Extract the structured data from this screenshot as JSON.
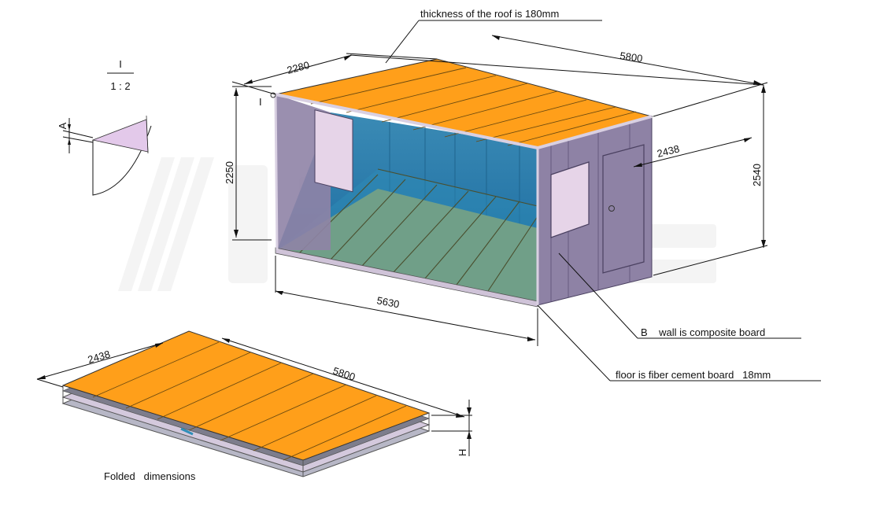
{
  "annotations": {
    "roof_thickness": "thickness of the roof is 180mm",
    "wall": "B    wall is composite board",
    "floor": "floor is fiber cement board   18mm",
    "folded": "Folded   dimensions"
  },
  "dimensions": {
    "top_width": "2280",
    "top_length": "5800",
    "left_height": "2250",
    "right_height": "2540",
    "end_width": "2438",
    "bottom_length": "5630",
    "folded_width": "2438",
    "folded_length": "5800",
    "folded_height_label": "H"
  },
  "detail": {
    "label": "I",
    "scale": "1 : 2",
    "section_label": "A",
    "corner_marker": "I"
  },
  "colors": {
    "roof": "#ff9f1a",
    "wall": "#8f83a6",
    "wall_end": "#8e82a5",
    "floor": "#a7ad62",
    "glass": "#e6d4e8",
    "interior": "#2f8fb9",
    "watermark": "#eeeeee"
  }
}
